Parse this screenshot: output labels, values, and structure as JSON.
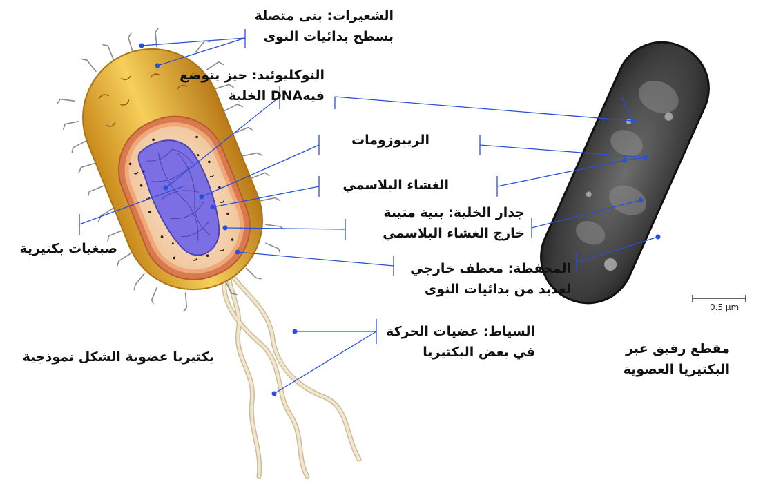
{
  "labels": {
    "pili": {
      "line1": "الشعيرات: بنى متصلة",
      "line2": "بسطح بدائيات النوى"
    },
    "nucleoid": {
      "line1": "النوكليوئيد: حيز يتوضع",
      "line2": "فيهDNA الخلية"
    },
    "ribosomes": "الريبوزومات",
    "plasma_membrane": "الغشاء البلاسمي",
    "cell_wall": {
      "line1": "جدار الخلية: بنية متينة",
      "line2": "خارج الغشاء البلاسمي"
    },
    "capsule": {
      "line1": "المحفظة: معطف خارجي",
      "line2": "لعديد من بدائيات النوى"
    },
    "flagella": {
      "line1": "السياط: عضيات الحركة",
      "line2": "في بعض البكتيريا"
    },
    "chromosome": "صبغيات بكتيرية",
    "drawing_caption": "بكتيريا عضوية الشكل نموذجية",
    "micrograph_caption": {
      "line1": "مقطع رقيق عبر",
      "line2": "البكتيريا العصوية"
    }
  },
  "scale_bar": {
    "text": "0.5 µm"
  },
  "colors": {
    "leader_line": "#2a4fd8",
    "capsule_fill": "#e2ae3a",
    "capsule_edge": "#b7811d",
    "cell_wall": "#e0815a",
    "cytoplasm": "#f5d9b8",
    "nucleoid": "#6b5fd6",
    "flagellum": "#e8dcc0",
    "micrograph": "#2c2c2c"
  }
}
